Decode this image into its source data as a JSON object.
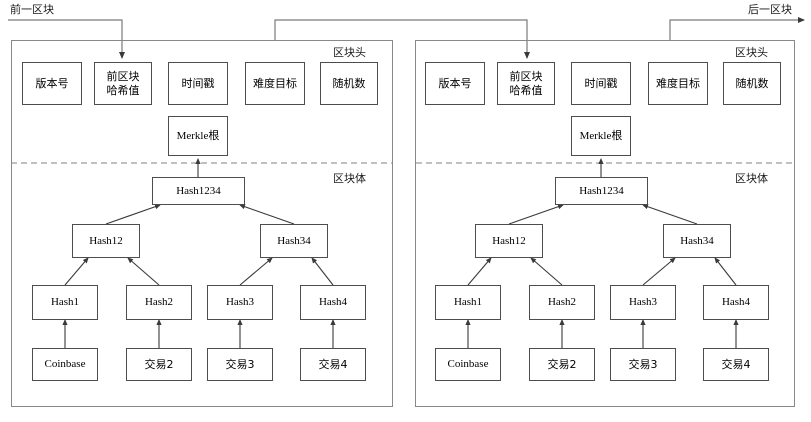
{
  "diagram": {
    "title_left": "前一区块",
    "title_right": "后一区块",
    "section_header": "区块头",
    "section_body": "区块体",
    "blocks": [
      {
        "id": "block-1",
        "header_fields": [
          {
            "name": "version",
            "label": "版本号"
          },
          {
            "name": "prev-block-hash",
            "label_line1": "前区块",
            "label_line2": "哈希值"
          },
          {
            "name": "timestamp",
            "label": "时间戳"
          },
          {
            "name": "difficulty-target",
            "label": "难度目标"
          },
          {
            "name": "nonce",
            "label": "随机数"
          }
        ],
        "merkle_root": "Merkle根",
        "merkle_tree": {
          "root": "Hash1234",
          "level2": [
            "Hash12",
            "Hash34"
          ],
          "leaves": [
            "Hash1",
            "Hash2",
            "Hash3",
            "Hash4"
          ],
          "transactions": [
            "Coinbase",
            "交易2",
            "交易3",
            "交易4"
          ]
        }
      },
      {
        "id": "block-2",
        "header_fields": [
          {
            "name": "version",
            "label": "版本号"
          },
          {
            "name": "prev-block-hash",
            "label_line1": "前区块",
            "label_line2": "哈希值"
          },
          {
            "name": "timestamp",
            "label": "时间戳"
          },
          {
            "name": "difficulty-target",
            "label": "难度目标"
          },
          {
            "name": "nonce",
            "label": "随机数"
          }
        ],
        "merkle_root": "Merkle根",
        "merkle_tree": {
          "root": "Hash1234",
          "level2": [
            "Hash12",
            "Hash34"
          ],
          "leaves": [
            "Hash1",
            "Hash2",
            "Hash3",
            "Hash4"
          ],
          "transactions": [
            "Coinbase",
            "交易2",
            "交易3",
            "交易4"
          ]
        }
      }
    ],
    "colors": {
      "line": "#4d4d4d",
      "block_border": "#888888",
      "divider": "#999999",
      "text": "#000000",
      "background": "#ffffff"
    }
  }
}
